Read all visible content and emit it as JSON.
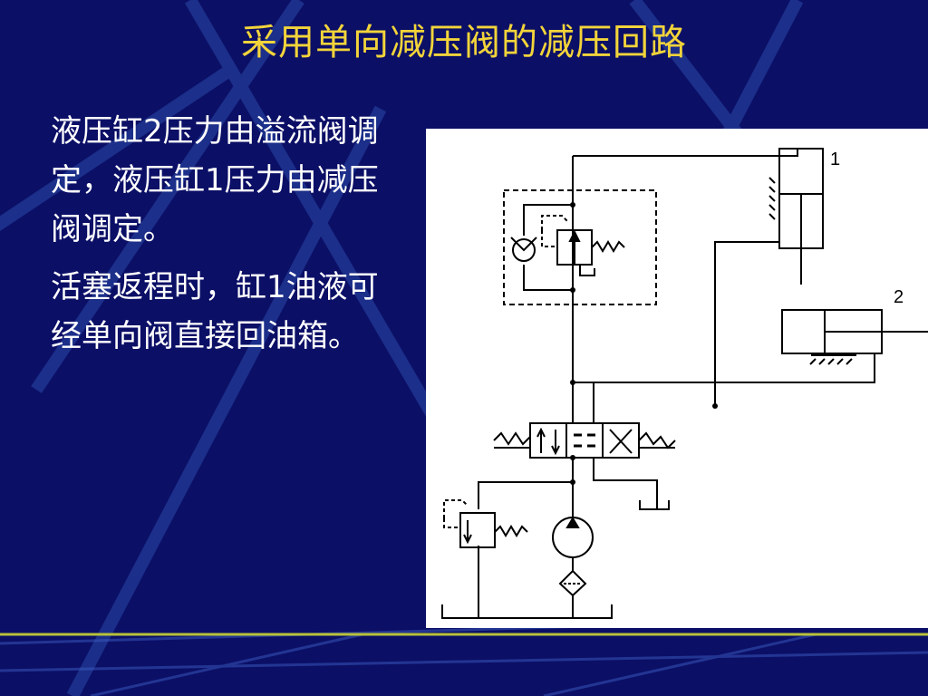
{
  "slide": {
    "title": "采用单向减压阀的减压回路",
    "paragraphs": [
      "液压缸2压力由溢流阀调定，液压缸1压力由减压阀调定。",
      "活塞返程时，缸1油液可经单向阀直接回油箱。"
    ]
  },
  "diagram": {
    "labels": {
      "cylinder1": "1",
      "cylinder2": "2"
    }
  },
  "colors": {
    "background": "#0b0f66",
    "title": "#f2d43a",
    "text": "#ffffff",
    "diagram_bg": "#ffffff",
    "line": "#000000"
  }
}
